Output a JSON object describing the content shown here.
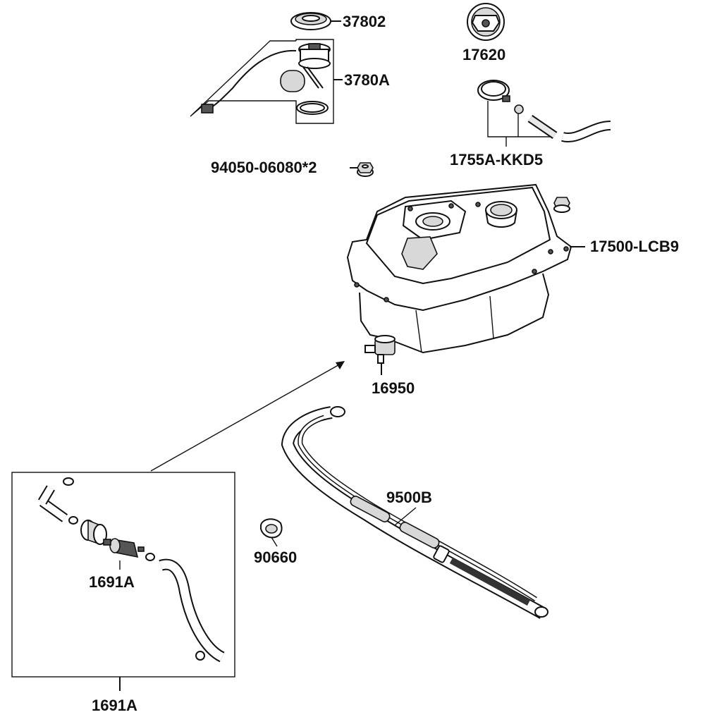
{
  "labels": {
    "l37802": "37802",
    "l17620": "17620",
    "l3780A": "3780A",
    "l1755A": "1755A-KKD5",
    "l94050": "94050-06080*2",
    "l17500": "17500-LCB9",
    "l16950": "16950",
    "l9500B": "9500B",
    "l90660": "90660",
    "l1691A_inner": "1691A",
    "l1691A_outer": "1691A"
  }
}
